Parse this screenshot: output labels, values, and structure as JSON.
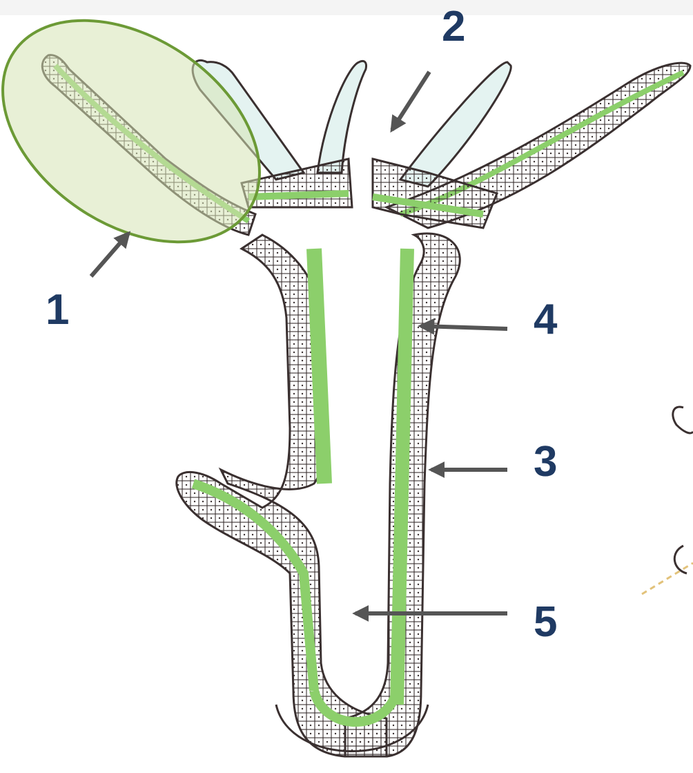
{
  "labels": {
    "one": "1",
    "two": "2",
    "three": "3",
    "four": "4",
    "five": "5"
  },
  "colors": {
    "label": "#1f3a63",
    "arrow": "#555555",
    "outline": "#3a3030",
    "endoderm": "#8ccf6b",
    "ectoderm": "#ffffff",
    "highlight_fill": "#d6e4b4",
    "highlight_stroke": "#6c9a36",
    "tentacle_fill": "#e4f3f1"
  }
}
